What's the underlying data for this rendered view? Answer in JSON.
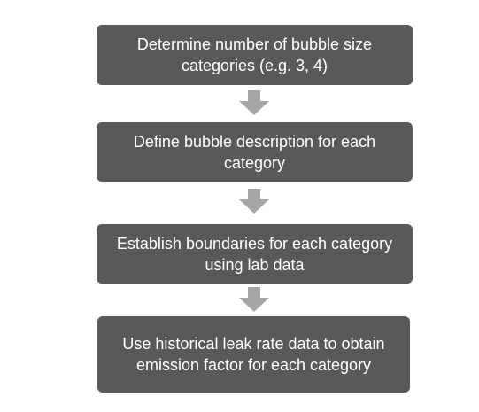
{
  "flowchart": {
    "steps": [
      {
        "label": "Determine number of bubble size categories (e.g. 3, 4)"
      },
      {
        "label": "Define bubble description for each category"
      },
      {
        "label": "Establish boundaries for each category using lab data"
      },
      {
        "label": "Use historical leak rate data to obtain emission factor for each category"
      }
    ],
    "colors": {
      "box_fill": "#595959",
      "box_text": "#ffffff",
      "arrow_fill": "#a6a6a6",
      "background": "#ffffff"
    }
  }
}
